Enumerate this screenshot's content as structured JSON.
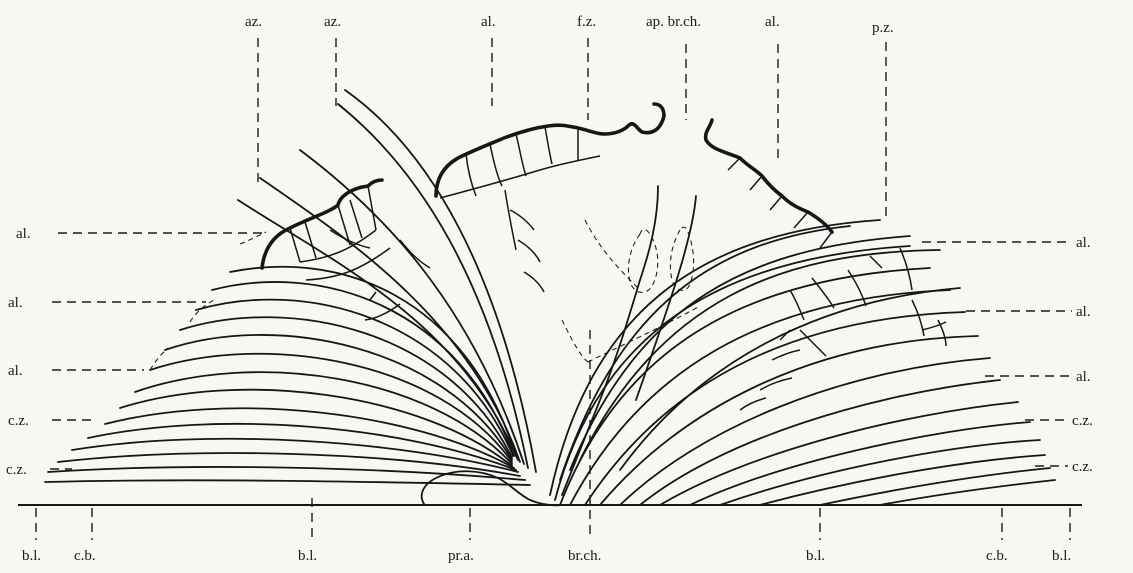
{
  "labels": {
    "az1": "az.",
    "az2": "az.",
    "al_top_left": "al.",
    "fz": "f.z.",
    "apbrch": "ap. br.ch.",
    "al_top_right": "al.",
    "pz": "p.z.",
    "al_left_1": "al.",
    "al_left_2": "al.",
    "al_left_3": "al.",
    "cz_left_1": "c.z.",
    "cz_left_2": "c.z.",
    "al_right_1": "al.",
    "al_right_2": "al.",
    "al_right_3": "al.",
    "cz_right_1": "c.z.",
    "cz_right_2": "c.z.",
    "bl_left_edge": "b.l.",
    "cb_left": "c.b.",
    "bl_left_mid": "b.l.",
    "pra": "pr.a.",
    "brch": "br.ch.",
    "bl_right_mid": "b.l.",
    "cb_right": "c.b.",
    "bl_right_edge": "b.l."
  }
}
